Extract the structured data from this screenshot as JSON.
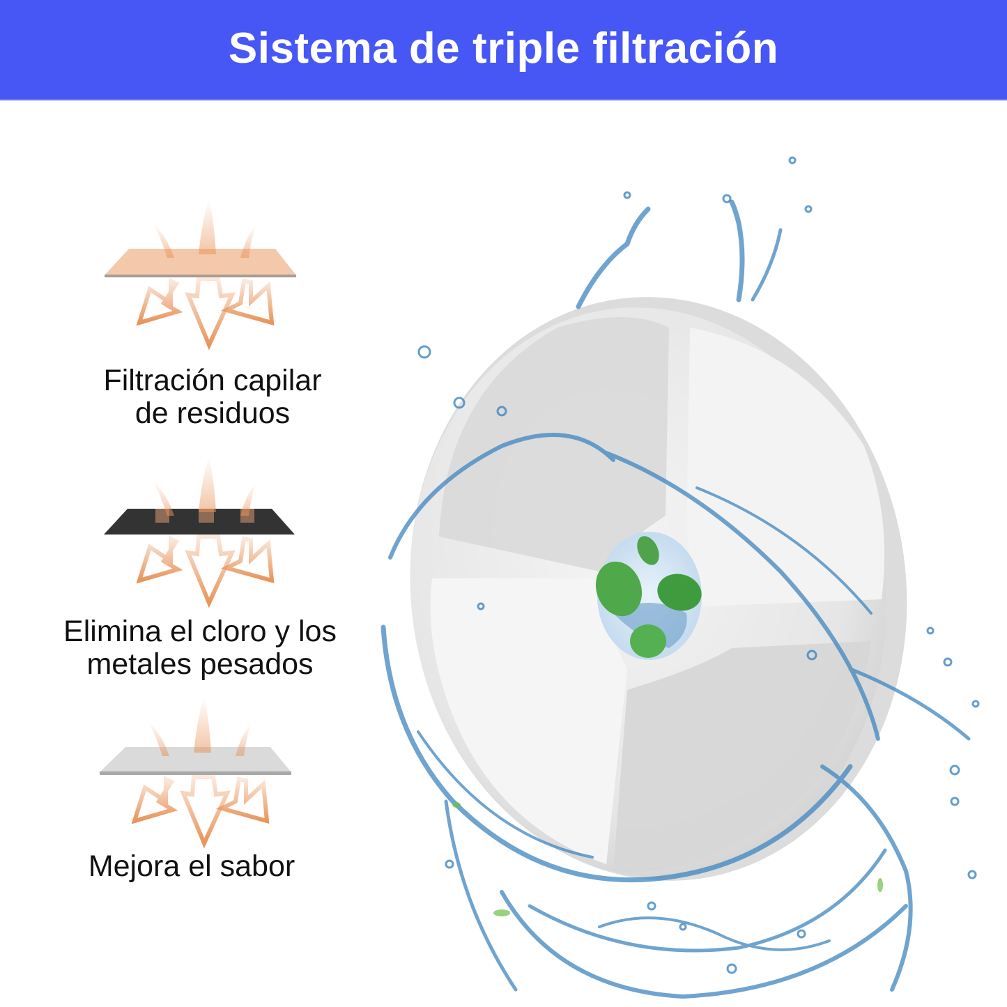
{
  "header": {
    "title": "Sistema de triple filtración",
    "background_color": "#4657f5",
    "text_color": "#ffffff"
  },
  "layers": [
    {
      "label_line1": "Filtración capilar",
      "label_line2": "de residuos",
      "plate_color": "#f3c6a8",
      "icon": "filter-layer-icon"
    },
    {
      "label_line1": "Elimina el cloro y los",
      "label_line2": "metales pesados",
      "plate_color": "#333333",
      "icon": "filter-layer-icon"
    },
    {
      "label_line1": "Mejora el sabor",
      "label_line2": "",
      "plate_color": "#dcdcdc",
      "icon": "filter-layer-icon"
    }
  ],
  "colors": {
    "arrow_orange": "#e8945a",
    "water_blue": "#3f86c0",
    "filter_white": "#eeeeee",
    "leaf_green": "#4cae4c"
  },
  "product": {
    "description": "round-filter-with-water-splash",
    "center_image": "mint-leaves-water"
  }
}
